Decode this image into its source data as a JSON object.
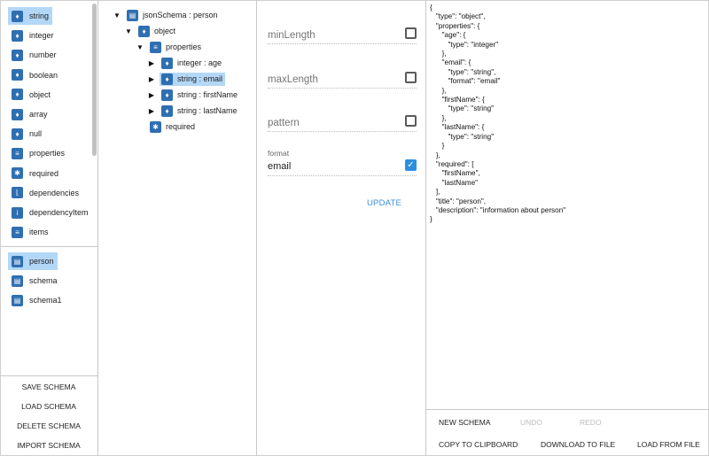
{
  "palette": {
    "types": [
      {
        "label": "string",
        "icon": "tag-icon",
        "selected": true
      },
      {
        "label": "integer",
        "icon": "tag-icon"
      },
      {
        "label": "number",
        "icon": "tag-icon"
      },
      {
        "label": "boolean",
        "icon": "tag-icon"
      },
      {
        "label": "object",
        "icon": "tag-icon"
      },
      {
        "label": "array",
        "icon": "tag-icon"
      },
      {
        "label": "null",
        "icon": "tag-icon"
      },
      {
        "label": "properties",
        "icon": "list-icon"
      },
      {
        "label": "required",
        "icon": "asterisk-icon"
      },
      {
        "label": "dependencies",
        "icon": "branch-icon"
      },
      {
        "label": "dependencyItem",
        "icon": "info-icon"
      },
      {
        "label": "items",
        "icon": "list-icon"
      }
    ],
    "schemas": [
      {
        "label": "person",
        "icon": "document-icon",
        "selected": true
      },
      {
        "label": "schema",
        "icon": "document-icon"
      },
      {
        "label": "schema1",
        "icon": "document-icon"
      }
    ],
    "buttons": [
      "SAVE SCHEMA",
      "LOAD SCHEMA",
      "DELETE SCHEMA",
      "IMPORT SCHEMA"
    ]
  },
  "tree": {
    "nodes": [
      {
        "label": "jsonSchema : person",
        "arrow": "▼",
        "icon": "document-icon",
        "depth": 0
      },
      {
        "label": "object",
        "arrow": "▼",
        "icon": "tag-icon",
        "depth": 1
      },
      {
        "label": "properties",
        "arrow": "▼",
        "icon": "list-icon",
        "depth": 2
      },
      {
        "label": "integer : age",
        "arrow": "▶",
        "icon": "tag-icon",
        "depth": 3
      },
      {
        "label": "string : email",
        "arrow": "▶",
        "icon": "tag-icon",
        "depth": 3,
        "selected": true
      },
      {
        "label": "string : firstName",
        "arrow": "▶",
        "icon": "tag-icon",
        "depth": 3
      },
      {
        "label": "string : lastName",
        "arrow": "▶",
        "icon": "tag-icon",
        "depth": 3
      },
      {
        "label": "required",
        "arrow": "",
        "icon": "asterisk-icon",
        "depth": 2
      }
    ]
  },
  "props": {
    "minLength": {
      "placeholder": "minLength",
      "checked": false
    },
    "maxLength": {
      "placeholder": "maxLength",
      "checked": false
    },
    "pattern": {
      "placeholder": "pattern",
      "checked": false
    },
    "format": {
      "caption": "format",
      "value": "email",
      "checked": true
    },
    "update_label": "UPDATE"
  },
  "json_view": {
    "text": "{\n   \"type\": \"object\",\n   \"properties\": {\n      \"age\": {\n         \"type\": \"integer\"\n      },\n      \"email\": {\n         \"type\": \"string\",\n         \"format\": \"email\"\n      },\n      \"firstName\": {\n         \"type\": \"string\"\n      },\n      \"lastName\": {\n         \"type\": \"string\"\n      }\n   },\n   \"required\": [\n      \"firstName\",\n      \"lastName\"\n   ],\n   \"title\": \"person\",\n   \"description\": \"information about person\"\n}",
    "buttons": {
      "new_schema": "NEW SCHEMA",
      "undo": "UNDO",
      "redo": "REDO",
      "copy": "COPY TO CLIPBOARD",
      "download": "DOWNLOAD TO FILE",
      "load": "LOAD FROM FILE"
    }
  },
  "colors": {
    "accent": "#2f6fb1",
    "selected_bg": "#b3d7f7",
    "link": "#3b8fd9",
    "checkbox_checked": "#2d8fe0"
  }
}
